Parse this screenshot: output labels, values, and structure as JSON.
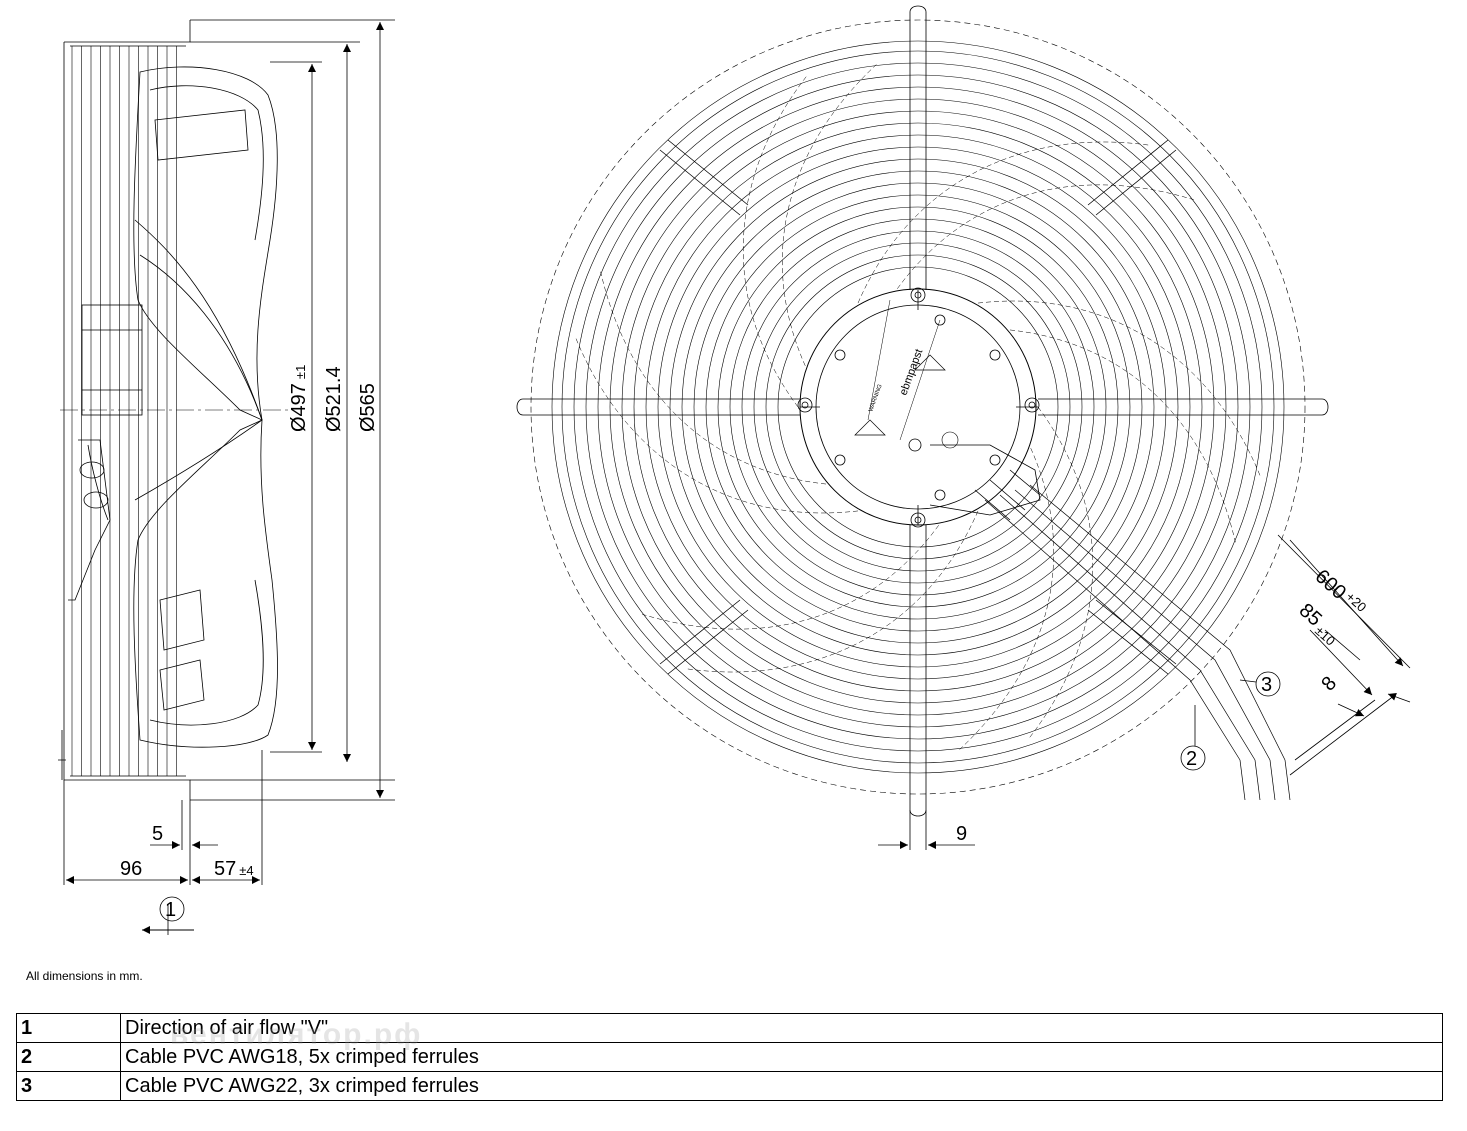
{
  "drawing": {
    "dimensions": {
      "d497": "Ø497",
      "d497_tol": "±1",
      "d521": "Ø521.4",
      "d565": "Ø565",
      "five": "5",
      "ninety_six": "96",
      "fifty_seven": "57",
      "fifty_seven_tol": "±4",
      "nine": "9",
      "six_hundred": "600",
      "six_hundred_tol": "+20",
      "eighty_five": "85",
      "eighty_five_tol": "±10",
      "eight": "8"
    },
    "callouts": {
      "one": "1",
      "two": "2",
      "three": "3"
    },
    "label_text": {
      "brand": "ebmpapst",
      "warning": "WARNING"
    }
  },
  "note": "All dimensions in mm.",
  "legend": [
    {
      "num": "1",
      "text": "Direction of air flow \"V\""
    },
    {
      "num": "2",
      "text": "Cable PVC AWG18, 5x crimped ferrules"
    },
    {
      "num": "3",
      "text": "Cable PVC AWG22, 3x crimped ferrules"
    }
  ],
  "watermark": "вентилятор.рф"
}
